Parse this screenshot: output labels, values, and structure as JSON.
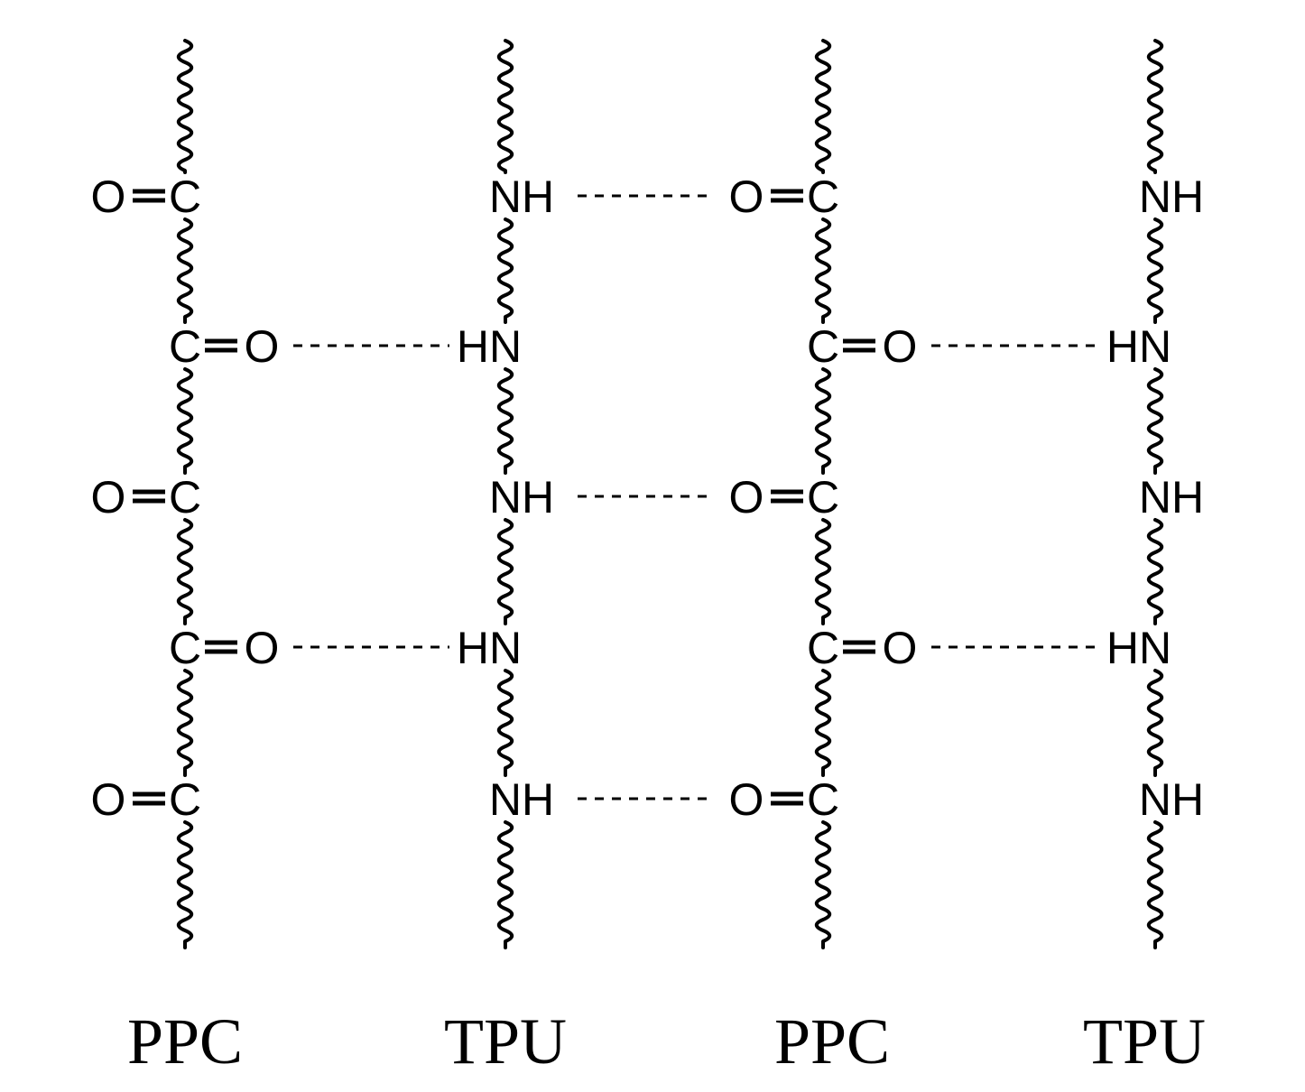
{
  "chains": [
    {
      "label": "PPC",
      "type": "ppc",
      "groups": [
        {
          "atom": "C",
          "side": "left",
          "partner": "O"
        },
        {
          "atom": "C",
          "side": "right",
          "partner": "O"
        },
        {
          "atom": "C",
          "side": "left",
          "partner": "O"
        },
        {
          "atom": "C",
          "side": "right",
          "partner": "O"
        },
        {
          "atom": "C",
          "side": "left",
          "partner": "O"
        }
      ]
    },
    {
      "label": "TPU",
      "type": "tpu",
      "groups": [
        {
          "text": "NH",
          "orient": "NH"
        },
        {
          "text": "HN",
          "orient": "HN"
        },
        {
          "text": "NH",
          "orient": "NH"
        },
        {
          "text": "HN",
          "orient": "HN"
        },
        {
          "text": "NH",
          "orient": "NH"
        }
      ]
    },
    {
      "label": "PPC",
      "type": "ppc",
      "groups": [
        {
          "atom": "C",
          "side": "left",
          "partner": "O"
        },
        {
          "atom": "C",
          "side": "right",
          "partner": "O"
        },
        {
          "atom": "C",
          "side": "left",
          "partner": "O"
        },
        {
          "atom": "C",
          "side": "right",
          "partner": "O"
        },
        {
          "atom": "C",
          "side": "left",
          "partner": "O"
        }
      ]
    },
    {
      "label": "TPU",
      "type": "tpu",
      "groups": [
        {
          "text": "NH",
          "orient": "NH"
        },
        {
          "text": "HN",
          "orient": "HN"
        },
        {
          "text": "NH",
          "orient": "NH"
        },
        {
          "text": "HN",
          "orient": "HN"
        },
        {
          "text": "NH",
          "orient": "NH"
        }
      ]
    }
  ],
  "hydrogen_bonds": [
    {
      "from_chain": 1,
      "to_chain": 2,
      "level": 0
    },
    {
      "from_chain": 0,
      "to_chain": 1,
      "level": 1
    },
    {
      "from_chain": 2,
      "to_chain": 3,
      "level": 1
    },
    {
      "from_chain": 1,
      "to_chain": 2,
      "level": 2
    },
    {
      "from_chain": 0,
      "to_chain": 1,
      "level": 3
    },
    {
      "from_chain": 2,
      "to_chain": 3,
      "level": 3
    },
    {
      "from_chain": 1,
      "to_chain": 2,
      "level": 4
    }
  ]
}
